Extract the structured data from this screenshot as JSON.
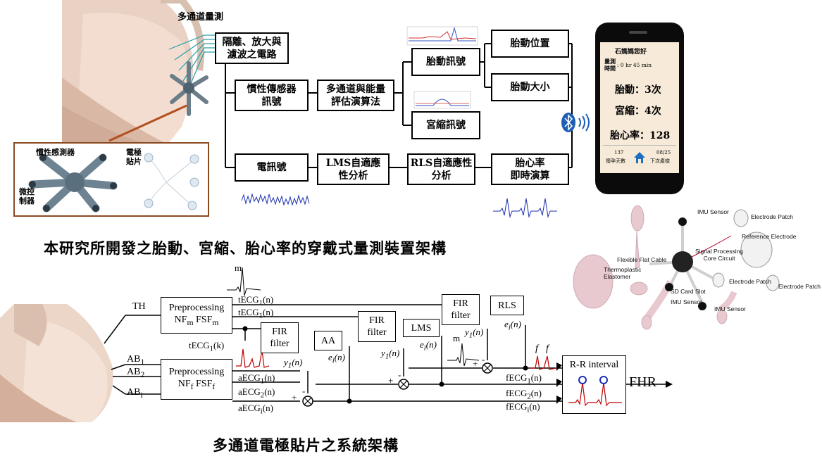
{
  "top": {
    "multichannel_label": "多通道量測",
    "isolation_box": "隔離、放大與\n濾波之電路",
    "inertial_box": "慣性傳感器\n訊號",
    "algo_box": "多通道與能量\n評估演算法",
    "fetal_move_box": "胎動訊號",
    "contraction_box": "宮縮訊號",
    "fetal_position_box": "胎動位置",
    "fetal_size_box": "胎動大小",
    "electric_box": "電訊號",
    "lms_box": "LMS自適應\n性分析",
    "rls_box": "RLS自適應性\n分析",
    "fhr_box": "胎心率\n即時演算",
    "inset_imu_label": "慣性感測器",
    "inset_mcu_label": "微控\n制器",
    "inset_electrode_label": "電極\n貼片",
    "caption": "本研究所開發之胎動、宮縮、胎心率的穿戴式量測裝置架構"
  },
  "phone": {
    "user": "石媽媽您好",
    "time_label": "量測\n時間",
    "time_value": ": 0 hr 45 min",
    "fetal_move": "胎動：3次",
    "contraction": "宮縮：4次",
    "heart_rate": "胎心率：128",
    "days_value": "137",
    "days_label": "懷孕天數",
    "next_value": "08/25",
    "next_label": "下次產檢"
  },
  "exploded": {
    "imu_top": "IMU Sensor",
    "electrode_patch_1": "Electrode Patch",
    "reference_electrode": "Reference Electrode",
    "flexible_cable": "Flexible Flat Cable",
    "signal_processing": "Signal Processing\nCore Circuit",
    "thermoplastic": "Thermoplastic\nElastomer",
    "electrode_patch_2": "Electrode Patch",
    "electrode_patch_3": "Electrode Patch",
    "sd_card": "SD Card Slot",
    "imu_left": "IMU Sensor",
    "imu_right": "IMU Sensor"
  },
  "bottom": {
    "th": "TH",
    "ab1": "AB",
    "ab1_sub": "1",
    "ab2": "AB",
    "ab2_sub": "2",
    "abi": "AB",
    "abi_sub": "i",
    "pre_top_l1": "Preprocessing",
    "pre_top_nf": "NF",
    "pre_top_nf_sub": "m",
    "pre_top_fsf": "FSF",
    "pre_top_fsf_sub": "m",
    "pre_bot_l1": "Preprocessing",
    "pre_bot_nf": "NF",
    "pre_bot_nf_sub": "f",
    "pre_bot_fsf": "FSF",
    "pre_bot_fsf_sub": "f",
    "m_label": "m",
    "m_label2": "m",
    "tecg1_a": "tECG",
    "tecg1_a_rest": "(n)",
    "tecg1_b": "tECG",
    "tecg1_b_rest": "(n)",
    "tecg1_k": "tECG",
    "tecg1_k_rest": "(k)",
    "sub1": "1",
    "fir1": "FIR\nfilter",
    "fir2": "FIR\nfilter",
    "fir3": "FIR\nfilter",
    "aa": "AA",
    "lms": "LMS",
    "rls": "RLS",
    "y1": "y",
    "y_rest": "(n)",
    "e1": "e",
    "e_rest": "(n)",
    "sub_i": "i",
    "aecg1": "aECG",
    "aecg1_rest": "(n)",
    "aecg2": "aECG",
    "aecg2_sub": "2",
    "aecg2_rest": "(n)",
    "aecgi": "aECG",
    "aecgi_sub": "i",
    "aecgi_rest": "(n)",
    "fecg1": "fECG",
    "fecg1_rest": "(n)",
    "fecg2": "fECG",
    "fecg2_sub": "2",
    "fecg2_rest": "(n)",
    "fecgi": "fECG",
    "fecgi_sub": "i",
    "fecgi_rest": "(n)",
    "f_label": "f",
    "rr": "R-R interval",
    "fhr": "FHR",
    "plus": "+",
    "minus": "-",
    "caption": "多通道電極貼片之系統架構"
  }
}
